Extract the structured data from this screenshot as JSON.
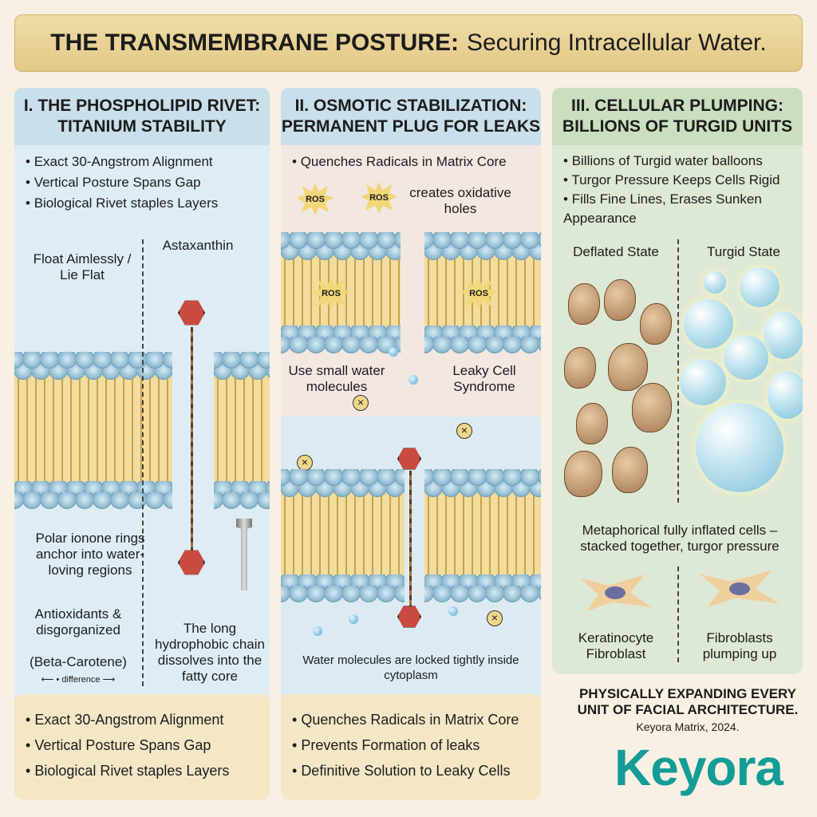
{
  "title": {
    "bold": "THE TRANSMEMBRANE POSTURE:",
    "rest": "Securing Intracellular Water."
  },
  "panel1": {
    "heading": [
      "I. THE PHOSPHOLIPID RIVET:",
      "TITANIUM STABILITY"
    ],
    "bullets": [
      "Exact 30-Angstrom Alignment",
      "Vertical Posture Spans Gap",
      "Biological Rivet staples Layers"
    ],
    "labels": {
      "float": "Float Aimlessly / Lie Flat",
      "astaxanthin": "Astaxanthin",
      "polar": "Polar ionone rings anchor into water-loving regions",
      "antiox": "Antioxidants & disgorganized",
      "beta": "(Beta-Carotene)",
      "difference": "⟵ • difference ⟶",
      "chain": "The long hydrophobic chain dissolves into the fatty core"
    },
    "footer": [
      "Exact 30-Angstrom Alignment",
      "Vertical Posture Spans Gap",
      "Biological Rivet staples Layers"
    ]
  },
  "panel2": {
    "heading": [
      "II. OSMOTIC STABILIZATION:",
      "PERMANENT PLUG FOR LEAKS"
    ],
    "bullets": [
      "Quenches Radicals in Matrix Core"
    ],
    "labels": {
      "creates": "creates oxidative holes",
      "ros": "ROS",
      "small": "Use small water molecules",
      "leaky": "Leaky Cell Syndrome",
      "locked": "Water molecules are locked tightly inside cytoplasm"
    },
    "footer": [
      "Quenches Radicals in Matrix Core",
      "Prevents Formation of leaks",
      "Definitive Solution to Leaky Cells"
    ]
  },
  "panel3": {
    "heading": [
      "III. CELLULAR PLUMPING:",
      "BILLIONS OF TURGID UNITS"
    ],
    "bullets": [
      "Billions of Turgid water balloons",
      "Turgor Pressure Keeps Cells Rigid",
      "Fills Fine Lines, Erases Sunken Appearance"
    ],
    "labels": {
      "deflated": "Deflated State",
      "turgid": "Turgid State",
      "metaphor": "Metaphorical fully inflated cells – stacked together, turgor pressure",
      "kera": "Keratinocyte Fibroblast",
      "fibro": "Fibroblasts plumping up"
    }
  },
  "tagline": {
    "main": "PHYSICALLY EXPANDING EVERY UNIT OF FACIAL ARCHITECTURE.",
    "sub": "Keyora Matrix, 2024."
  },
  "logo": "Keyora",
  "colors": {
    "accent": "#149c96",
    "banner": "#e8d49a"
  }
}
